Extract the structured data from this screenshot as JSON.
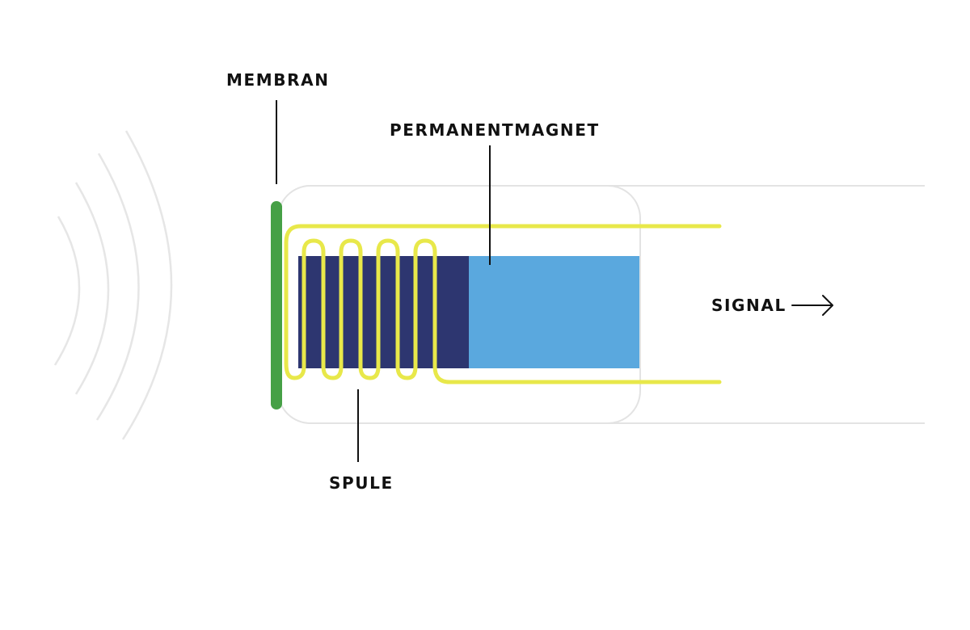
{
  "labels": {
    "membrane": "MEMBRAN",
    "magnet": "PERMANENTMAGNET",
    "coil": "SPULE",
    "signal": "SIGNAL"
  },
  "colors": {
    "background": "#ffffff",
    "housing_outline": "#e3e3e3",
    "sound_waves": "#e6e6e6",
    "membrane": "#46a046",
    "coil_wire": "#e8e84a",
    "magnet_dark": "#2d3670",
    "magnet_light": "#5aa8de",
    "leader_lines": "#111111",
    "text": "#111111"
  },
  "icons": {
    "sound_waves": "sound-waves-icon",
    "signal_arrow": "arrow-right-icon"
  }
}
